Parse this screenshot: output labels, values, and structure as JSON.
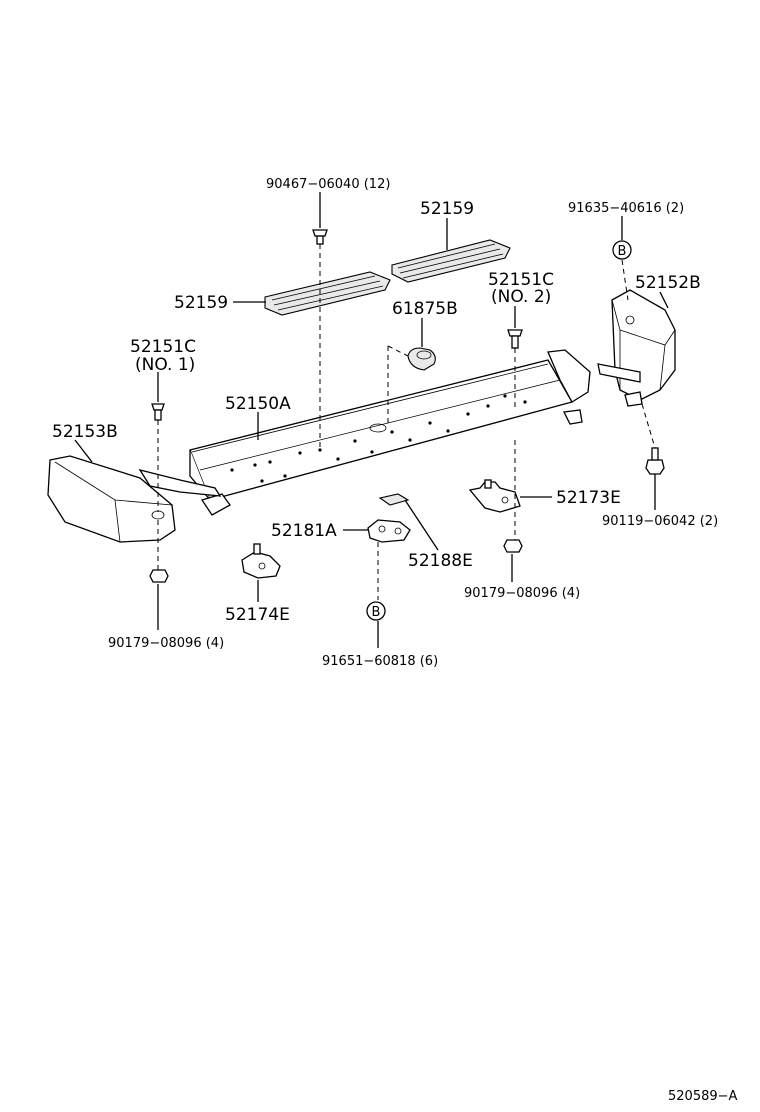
{
  "diagram": {
    "labels": {
      "bolt_top": "90467−06040 (12)",
      "step_pad_upper": "52159",
      "step_pad_lower": "52159",
      "screw_b_top": "91635−40616 (2)",
      "end_cap_right": "52152B",
      "retainer_no2": "52151C",
      "retainer_no2_sub": "(NO. 2)",
      "grommet": "61875B",
      "retainer_no1": "52151C",
      "retainer_no1_sub": "(NO. 1)",
      "bumper_beam": "52150A",
      "end_cap_left": "52153B",
      "bracket_right": "52173E",
      "bolt_right": "90119−06042 (2)",
      "bracket_center": "52181A",
      "pad_small": "52188E",
      "nut_right": "90179−08096 (4)",
      "bracket_left": "52174E",
      "nut_left": "90179−08096 (4)",
      "screw_b_bottom": "91651−60818 (6)",
      "callout_b": "B",
      "figure_code": "520589−A"
    }
  }
}
